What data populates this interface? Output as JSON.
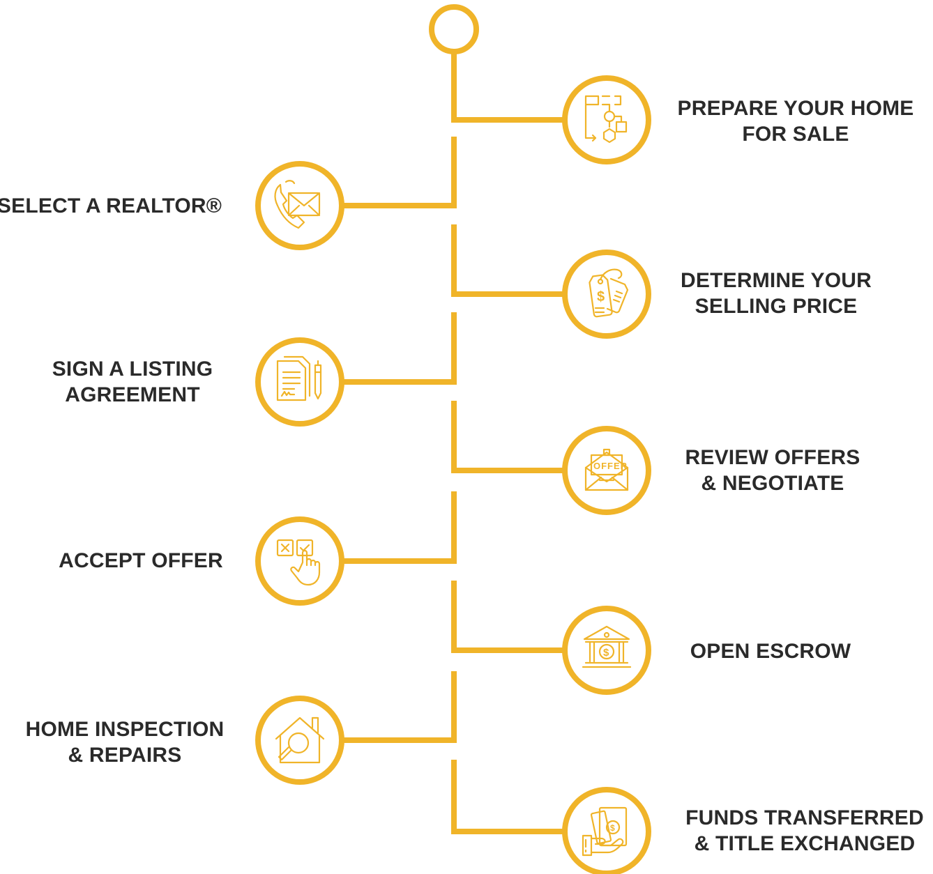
{
  "accent_color": "#f0b429",
  "text_color": "#2a2a2a",
  "steps": [
    {
      "side": "right",
      "icon": "flowchart-icon",
      "lines": [
        "PREPARE YOUR HOME",
        "FOR SALE"
      ]
    },
    {
      "side": "left",
      "icon": "phone-mail-icon",
      "lines": [
        "SELECT A REALTOR®"
      ]
    },
    {
      "side": "right",
      "icon": "price-tag-icon",
      "lines": [
        "DETERMINE YOUR",
        "SELLING PRICE"
      ]
    },
    {
      "side": "left",
      "icon": "document-signing-icon",
      "lines": [
        "SIGN A LISTING",
        "AGREEMENT"
      ]
    },
    {
      "side": "right",
      "icon": "offer-envelope-icon",
      "lines": [
        "REVIEW OFFERS",
        "& NEGOTIATE"
      ]
    },
    {
      "side": "left",
      "icon": "checkbox-choice-icon",
      "lines": [
        "ACCEPT OFFER"
      ]
    },
    {
      "side": "right",
      "icon": "bank-icon",
      "lines": [
        "OPEN ESCROW"
      ]
    },
    {
      "side": "left",
      "icon": "house-inspection-icon",
      "lines": [
        "HOME INSPECTION",
        "& REPAIRS"
      ]
    },
    {
      "side": "right",
      "icon": "money-hand-icon",
      "lines": [
        "FUNDS TRANSFERRED",
        "& TITLE EXCHANGED"
      ]
    }
  ]
}
